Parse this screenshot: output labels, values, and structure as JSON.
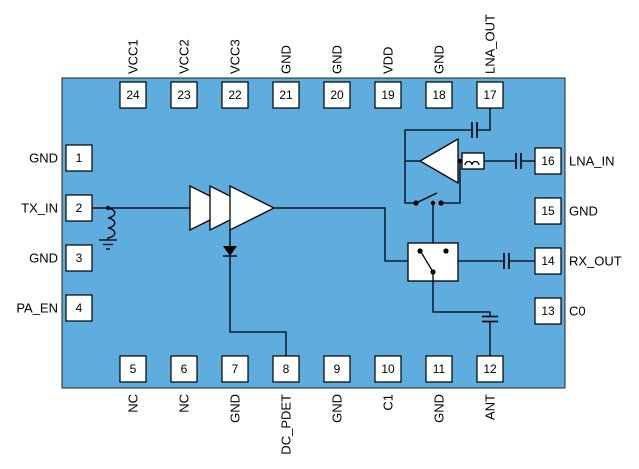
{
  "diagram": {
    "colors": {
      "body": "#5FACDE",
      "pin_fill": "#FFFFFF",
      "line": "#000000",
      "background": "#FFFFFF"
    },
    "pins": {
      "top": [
        {
          "number": "24",
          "label": "VCC1"
        },
        {
          "number": "23",
          "label": "VCC2"
        },
        {
          "number": "22",
          "label": "VCC3"
        },
        {
          "number": "21",
          "label": "GND"
        },
        {
          "number": "20",
          "label": "GND"
        },
        {
          "number": "19",
          "label": "VDD"
        },
        {
          "number": "18",
          "label": "GND"
        },
        {
          "number": "17",
          "label": "LNA_OUT"
        }
      ],
      "bottom": [
        {
          "number": "5",
          "label": "NC"
        },
        {
          "number": "6",
          "label": "NC"
        },
        {
          "number": "7",
          "label": "GND"
        },
        {
          "number": "8",
          "label": "DC_PDET"
        },
        {
          "number": "9",
          "label": "GND"
        },
        {
          "number": "10",
          "label": "C1"
        },
        {
          "number": "11",
          "label": "GND"
        },
        {
          "number": "12",
          "label": "ANT"
        }
      ],
      "left": [
        {
          "number": "1",
          "label": "GND"
        },
        {
          "number": "2",
          "label": "TX_IN"
        },
        {
          "number": "3",
          "label": "GND"
        },
        {
          "number": "4",
          "label": "PA_EN"
        }
      ],
      "right": [
        {
          "number": "16",
          "label": "LNA_IN"
        },
        {
          "number": "15",
          "label": "GND"
        },
        {
          "number": "14",
          "label": "RX_OUT"
        },
        {
          "number": "13",
          "label": "C0"
        }
      ]
    }
  }
}
